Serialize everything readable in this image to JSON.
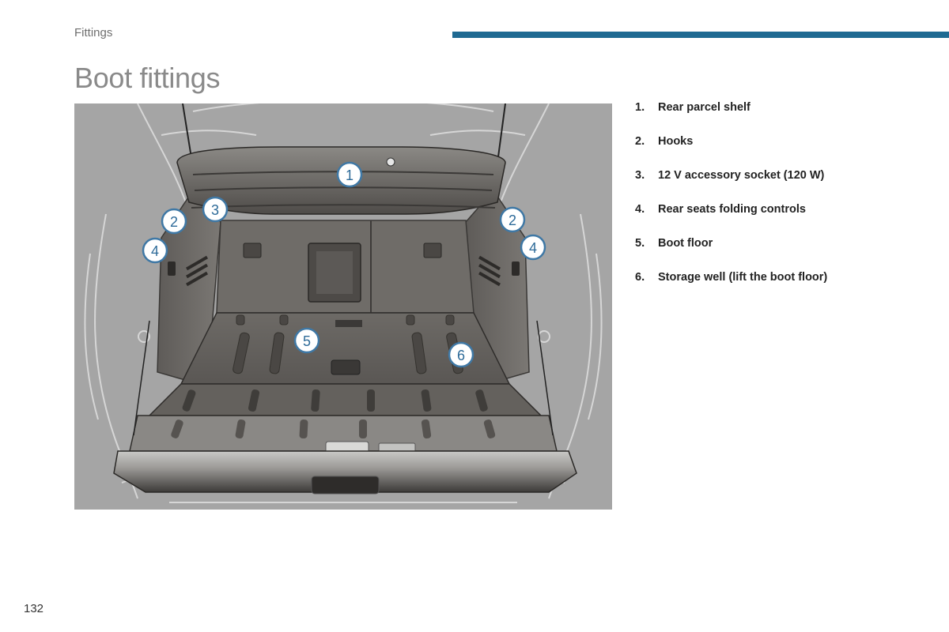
{
  "header": {
    "section": "Fittings",
    "accent_color": "#1f6a92"
  },
  "page": {
    "title": "Boot fittings",
    "number": "132"
  },
  "legend": [
    {
      "num": "1.",
      "label": "Rear parcel shelf"
    },
    {
      "num": "2.",
      "label": "Hooks"
    },
    {
      "num": "3.",
      "label": "12 V accessory socket (120 W)"
    },
    {
      "num": "4.",
      "label": "Rear seats folding controls"
    },
    {
      "num": "5.",
      "label": "Boot floor"
    },
    {
      "num": "6.",
      "label": "Storage well (lift the boot floor)"
    }
  ],
  "callouts": [
    "1",
    "2",
    "3",
    "2",
    "4",
    "4",
    "5",
    "6"
  ]
}
